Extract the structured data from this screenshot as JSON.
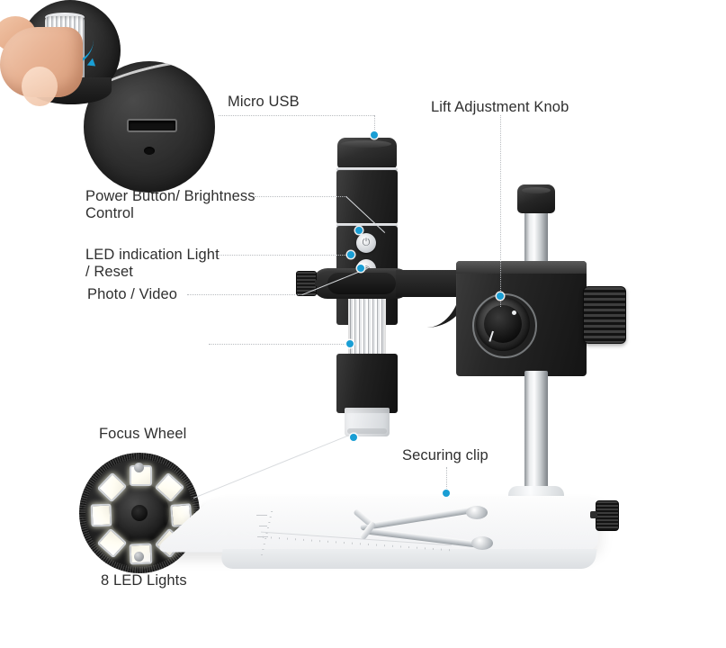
{
  "diagram": {
    "title": "Digital Microscope Labeled Parts Diagram",
    "background_color": "#ffffff",
    "leader_dot_color": "#1a9ed4",
    "leader_line_color": "#b9bcc0",
    "text_color": "#2f2f2f"
  },
  "labels": {
    "micro_usb": "Micro USB",
    "lift_adjustment_knob": "Lift Adjustment Knob",
    "power_button": "Power Button/ Brightness\nControl",
    "led_indication": "LED indication Light\n/ Reset",
    "photo_video": "Photo / Video",
    "focus_wheel": "Focus Wheel",
    "led_lights": "8 LED Lights",
    "securing_clip": "Securing clip"
  },
  "detail_circles": [
    {
      "name": "micro-usb-detail",
      "caption": "Micro USB",
      "description": "Top cap of microscope showing micro USB port and reset pinhole"
    },
    {
      "name": "focus-wheel-detail",
      "caption": "Focus Wheel",
      "description": "Thumb rotating the ribbed focus wheel, blue arrow showing rotation"
    },
    {
      "name": "led-ring-detail",
      "caption": "8 LED Lights",
      "description": "Lens underside showing eight white LED chips in a ring"
    }
  ],
  "product": {
    "name": "digital-microscope-with-lift-stand",
    "parts": [
      "top-cap",
      "power-button",
      "led-indicator",
      "photo-video-button",
      "focus-wheel",
      "lens-hood",
      "mounting-ring",
      "ring-lock-knob",
      "lift-adjustment-dial",
      "column-lock-knob",
      "vertical-post",
      "base-plate",
      "securing-clips",
      "base-lock-knob"
    ]
  },
  "buttons": {
    "power_glyph": "⏻",
    "camera_glyph": "◉"
  },
  "led_count": 8
}
